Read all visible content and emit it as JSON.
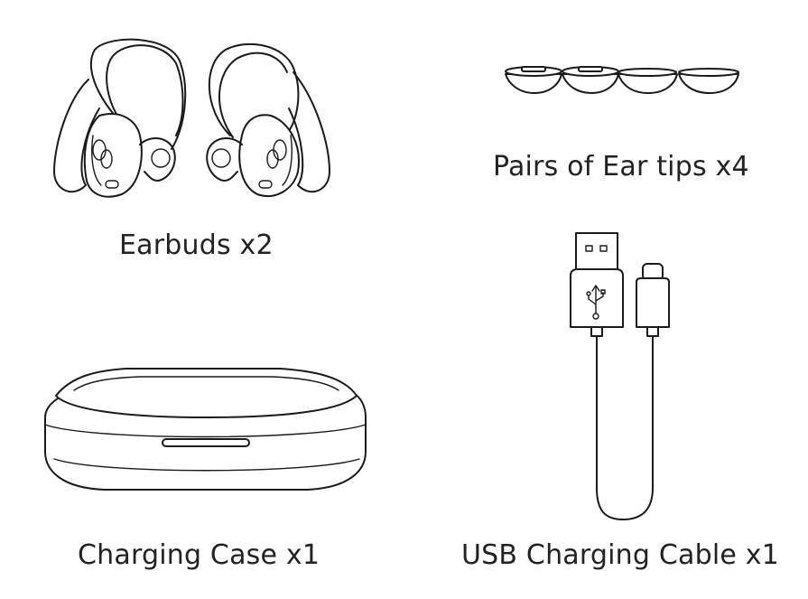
{
  "items": {
    "earbuds": {
      "label": "Earbuds x2",
      "icon": "earbuds-icon"
    },
    "ear_tips": {
      "label": "Pairs of Ear tips x4",
      "icon": "ear-tips-icon"
    },
    "charging_case": {
      "label": "Charging Case x1",
      "icon": "charging-case-icon"
    },
    "usb_cable": {
      "label": "USB Charging Cable x1",
      "icon": "usb-cable-icon"
    }
  },
  "colors": {
    "line": "#1a1a1a",
    "text": "#222222",
    "background": "#ffffff"
  }
}
